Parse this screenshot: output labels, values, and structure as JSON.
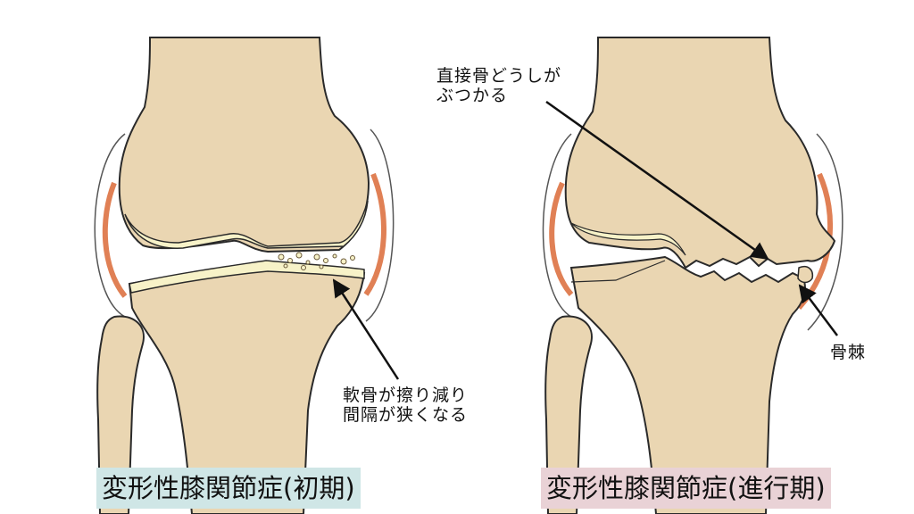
{
  "panels": {
    "early": {
      "caption": "変形性膝関節症(初期)",
      "annotation_line1": "軟骨が擦り減り",
      "annotation_line2": "間隔が狭くなる"
    },
    "advanced": {
      "caption": "変形性膝関節症(進行期)",
      "annotation_contact_line1": "直接骨どうしが",
      "annotation_contact_line2": "ぶつかる",
      "annotation_spur": "骨棘"
    }
  },
  "colors": {
    "bone": "#ead6b2",
    "cartilage": "#f7f2c8",
    "capsule": "#e08055",
    "outline": "#2a2a2a",
    "caption_early_bg": "#cfe6e6",
    "caption_advanced_bg": "#e9d2d6"
  }
}
